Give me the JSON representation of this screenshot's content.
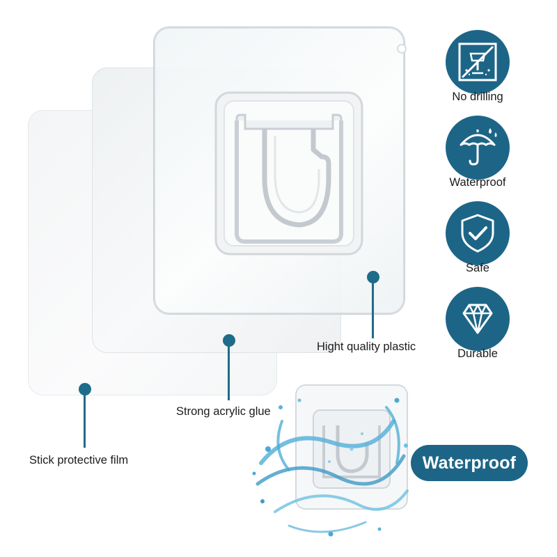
{
  "features": [
    {
      "icon": "no-drill-icon",
      "label": "No drilling"
    },
    {
      "icon": "umbrella-icon",
      "label": "Waterproof"
    },
    {
      "icon": "shield-check-icon",
      "label": "Safe"
    },
    {
      "icon": "diamond-icon",
      "label": "Durable"
    }
  ],
  "layers": {
    "plastic": "Hight quality plastic",
    "glue": "Strong acrylic glue",
    "film": "Stick protective film"
  },
  "badge": "Waterproof",
  "colors": {
    "accent": "#1d6587",
    "pointer": "#1f6b8a",
    "water": "#4aa9d3"
  }
}
